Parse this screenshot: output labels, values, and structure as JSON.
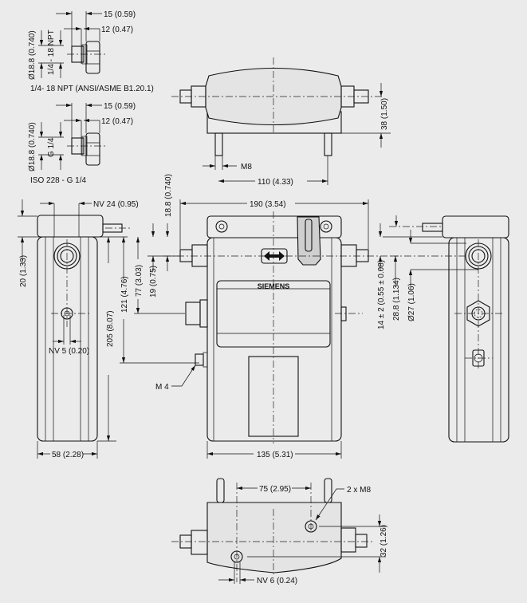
{
  "details": {
    "npt": {
      "dim_15": "15 (0.59)",
      "dim_12": "12 (0.47)",
      "dia": "Ø18.8 (0.740)",
      "thread": "1/4 - 18 NPT",
      "caption": "1/4- 18 NPT (ANSI/ASME B1.20.1)"
    },
    "iso": {
      "dim_15": "15 (0.59)",
      "dim_12": "12 (0.47)",
      "dia": "Ø18.8 (0.740)",
      "thread": "G 1/4",
      "caption": "ISO 228 - G 1/4"
    }
  },
  "top_view": {
    "height": "38 (1.50)",
    "stud": "M8",
    "stud_spacing": "110 (4.33)"
  },
  "left_view": {
    "nv24": "NV 24 (0.95)",
    "h20": "20 (1.33)",
    "h205": "205 (8.07)",
    "h121": "121 (4.76)",
    "h77": "77 (3.03)",
    "h19": "19 (0.75)",
    "h18": "18.8 (0.740)",
    "nv5": "NV 5 (0.20)",
    "width": "58 (2.28)",
    "m4": "M 4"
  },
  "front_view": {
    "width190": "190 (3.54)",
    "width135": "135 (5.31)",
    "brand": "SIEMENS"
  },
  "right_view": {
    "h14": "14 ± 2 (0.55 ± 0.08)",
    "h28": "28.8 (1.134)",
    "dia27": "Ø27 (1.06)"
  },
  "bottom_view": {
    "spacing": "75 (2.95)",
    "holes": "2 x M8",
    "depth": "32 (1.26)",
    "nv6": "NV 6 (0.24)"
  }
}
